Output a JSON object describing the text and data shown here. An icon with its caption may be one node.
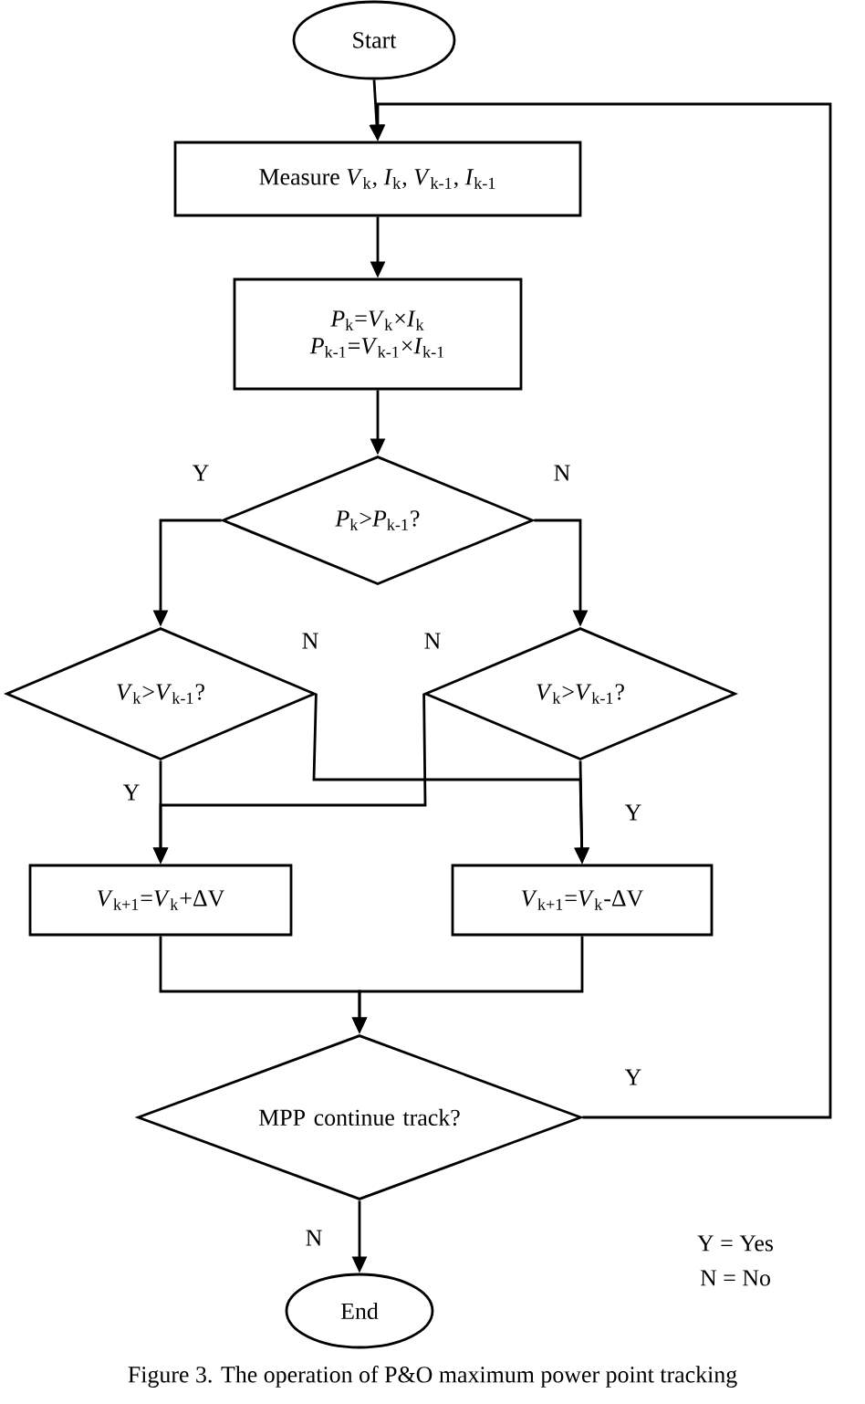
{
  "diagram": {
    "caption": "Figure 3. The operation of P&O maximum power point tracking",
    "nodes": [
      {
        "text": [
          "Start"
        ]
      },
      {
        "text": [
          "Measure *V*$_{k}$, *I*$_{k}$, *V*$_{k-1}$, *I*$_{k-1}$"
        ]
      },
      {
        "text": [
          "*P*$_{k}$=*V*$_{k}$×*I*$_{k}$",
          "*P*$_{k-1}$=*V*$_{k-1}$×*I*$_{k-1}$"
        ]
      },
      {
        "text": [
          "*P*$_{k}$>*P*$_{k-1}$?"
        ]
      },
      {
        "text": [
          "*V*$_{k}$>*V*$_{k-1}$?"
        ]
      },
      {
        "text": [
          "*V*$_{k}$>*V*$_{k-1}$?"
        ]
      },
      {
        "text": [
          "*V*$_{k+1}$=*V*$_{k}$+ΔV"
        ]
      },
      {
        "text": [
          "*V*$_{k+1}$=*V*$_{k}$-ΔV"
        ]
      },
      {
        "text": [
          "MPP continue track?"
        ]
      },
      {
        "text": [
          "End"
        ]
      }
    ],
    "edges": [
      {
        "from": 0,
        "to": 1,
        "arrow": "to"
      },
      {
        "from": 1,
        "to": 2,
        "arrow": "to"
      },
      {
        "from": 2,
        "to": 3,
        "arrow": "to"
      },
      {
        "from": 3,
        "to": 4,
        "arrow": "to",
        "label": "Y"
      },
      {
        "from": 3,
        "to": 5,
        "arrow": "to",
        "label": "N"
      },
      {
        "from": 4,
        "to": 7,
        "arrow": "to",
        "label": "N"
      },
      {
        "from": 5,
        "to": 6,
        "arrow": "to",
        "label": "N"
      },
      {
        "from": 4,
        "to": 6,
        "arrow": "to",
        "label": "Y"
      },
      {
        "from": 5,
        "to": 7,
        "arrow": "to",
        "label": "Y"
      },
      {
        "from": 6,
        "to": 8,
        "arrow": "to"
      },
      {
        "from": 7,
        "to": 8,
        "arrow": "to"
      },
      {
        "from": 8,
        "to": 1,
        "arrow": "to",
        "label": "Y"
      },
      {
        "from": 8,
        "to": 9,
        "arrow": "to",
        "label": "N"
      }
    ],
    "labels": [
      "Y = Yes",
      "N = No"
    ]
  }
}
